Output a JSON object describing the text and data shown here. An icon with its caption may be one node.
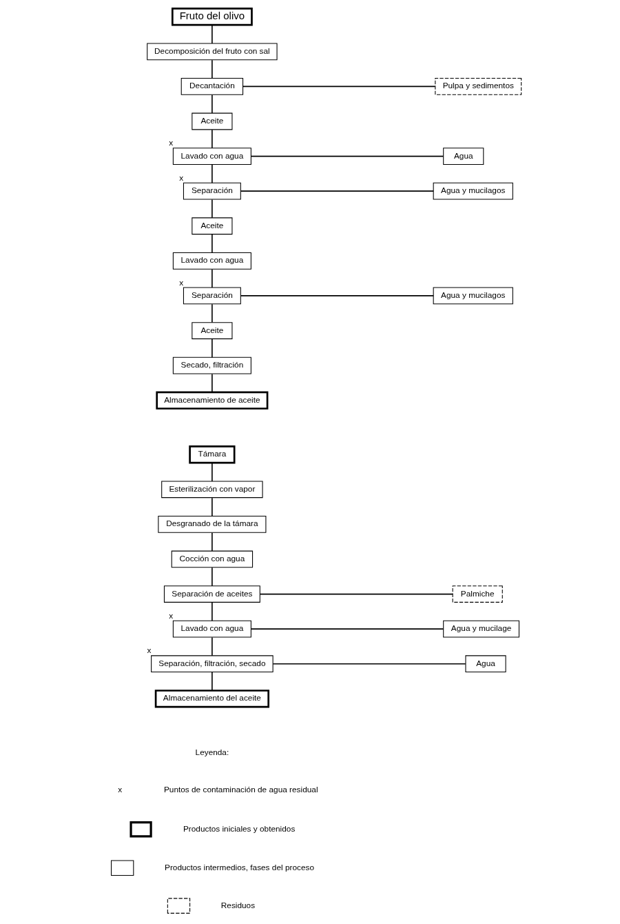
{
  "diagram": {
    "nodes": [
      {
        "text": [
          "Fruto del olivo"
        ]
      },
      {
        "text": [
          "Decomposición del fruto con sal"
        ]
      },
      {
        "text": [
          "Decantación"
        ]
      },
      {
        "text": [
          "Pulpa y sedimentos"
        ]
      },
      {
        "text": [
          "Aceite"
        ]
      },
      {
        "text": [
          "Lavado con agua"
        ],
        "beside": [
          "x"
        ]
      },
      {
        "text": [
          "Agua"
        ]
      },
      {
        "text": [
          "Separación"
        ],
        "beside": [
          "x"
        ]
      },
      {
        "text": [
          "Agua y mucilagos"
        ]
      },
      {
        "text": [
          "Aceite"
        ]
      },
      {
        "text": [
          "Lavado con agua"
        ]
      },
      {
        "text": [
          "Separación"
        ],
        "beside": [
          "x"
        ]
      },
      {
        "text": [
          "Agua y mucilagos"
        ]
      },
      {
        "text": [
          "Aceite"
        ]
      },
      {
        "text": [
          "Secado, filtración"
        ]
      },
      {
        "text": [
          "Almacenamiento de aceite"
        ]
      },
      {
        "text": [
          "Támara"
        ]
      },
      {
        "text": [
          "Esterilización con vapor"
        ]
      },
      {
        "text": [
          "Desgranado de la támara"
        ]
      },
      {
        "text": [
          "Cocción con agua"
        ]
      },
      {
        "text": [
          "Separación de aceites"
        ]
      },
      {
        "text": [
          "Palmiche"
        ]
      },
      {
        "text": [
          "Lavado con agua"
        ],
        "beside": [
          "x"
        ]
      },
      {
        "text": [
          "Agua y mucilage"
        ]
      },
      {
        "text": [
          "Separación, filtración, secado"
        ],
        "beside": [
          "x"
        ]
      },
      {
        "text": [
          "Agua"
        ]
      },
      {
        "text": [
          "Almacenamiento del aceite"
        ]
      }
    ],
    "edges": [
      {
        "from": 0,
        "to": 1,
        "arrow": "none"
      },
      {
        "from": 1,
        "to": 2,
        "arrow": "none"
      },
      {
        "from": 2,
        "to": 3,
        "arrow": "none"
      },
      {
        "from": 2,
        "to": 4,
        "arrow": "none"
      },
      {
        "from": 4,
        "to": 5,
        "arrow": "none"
      },
      {
        "from": 5,
        "to": 6,
        "arrow": "none"
      },
      {
        "from": 5,
        "to": 7,
        "arrow": "none"
      },
      {
        "from": 7,
        "to": 8,
        "arrow": "none"
      },
      {
        "from": 7,
        "to": 9,
        "arrow": "none"
      },
      {
        "from": 9,
        "to": 10,
        "arrow": "none"
      },
      {
        "from": 10,
        "to": 11,
        "arrow": "none"
      },
      {
        "from": 11,
        "to": 12,
        "arrow": "none"
      },
      {
        "from": 11,
        "to": 13,
        "arrow": "none"
      },
      {
        "from": 13,
        "to": 14,
        "arrow": "none"
      },
      {
        "from": 14,
        "to": 15,
        "arrow": "none"
      },
      {
        "from": 16,
        "to": 17,
        "arrow": "none"
      },
      {
        "from": 17,
        "to": 18,
        "arrow": "none"
      },
      {
        "from": 18,
        "to": 19,
        "arrow": "none"
      },
      {
        "from": 19,
        "to": 20,
        "arrow": "none"
      },
      {
        "from": 20,
        "to": 21,
        "arrow": "none"
      },
      {
        "from": 20,
        "to": 22,
        "arrow": "none"
      },
      {
        "from": 22,
        "to": 23,
        "arrow": "none"
      },
      {
        "from": 22,
        "to": 24,
        "arrow": "none"
      },
      {
        "from": 24,
        "to": 25,
        "arrow": "none"
      },
      {
        "from": 24,
        "to": 26,
        "arrow": "none"
      }
    ],
    "labels": [
      "Leyenda:",
      "x"
    ],
    "legend": [
      {
        "text": "Puntos de contaminación de agua residual"
      },
      {
        "text": "Productos iniciales y obtenidos"
      },
      {
        "text": "Productos intermedios, fases del proceso"
      },
      {
        "text": "Residuos"
      }
    ]
  }
}
